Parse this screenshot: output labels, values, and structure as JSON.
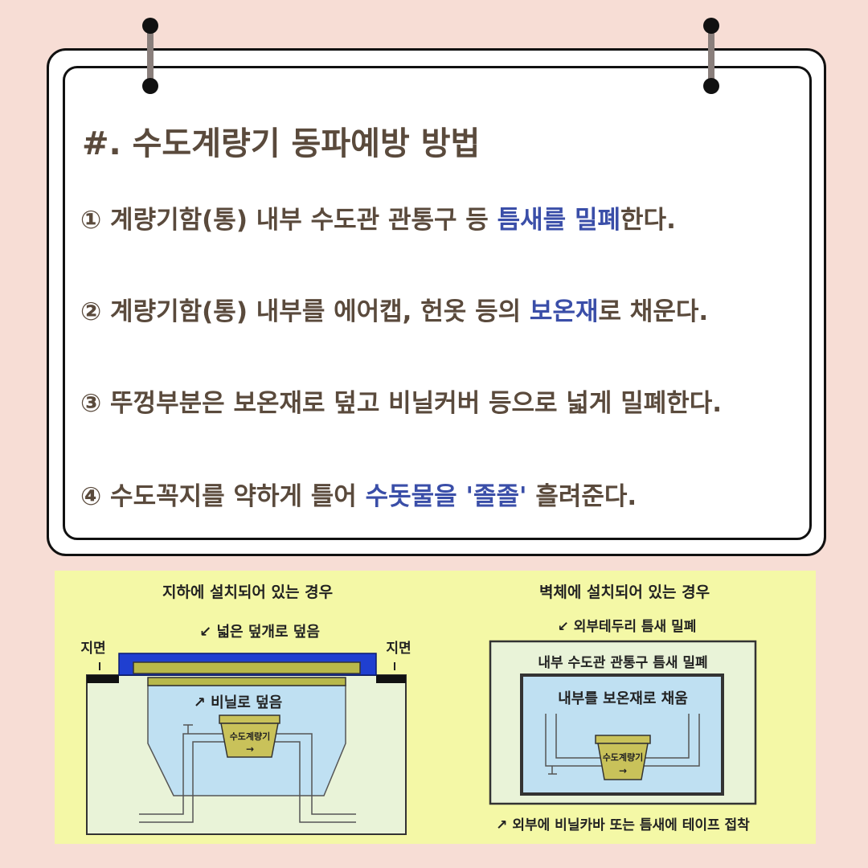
{
  "title": "#. 수도계량기 동파예방 방법",
  "items": [
    {
      "num": "①",
      "pre": "계량기함(통) 내부 수도관 관통구 등 ",
      "hl": "틈새를 밀폐",
      "post": "한다."
    },
    {
      "num": "②",
      "pre": "계량기함(통) 내부를 에어캡, 헌옷 등의 ",
      "hl": "보온재",
      "post": "로 채운다."
    },
    {
      "num": "③",
      "pre": "뚜껑부분은 보온재로 덮고 비닐커버 등으로 넓게 밀폐한다.",
      "hl": "",
      "post": ""
    },
    {
      "num": "④",
      "pre": "수도꼭지를 약하게 틀어 ",
      "hl": "수돗물을 '졸졸'",
      "post": " 흘려준다."
    }
  ],
  "diagram": {
    "underground": {
      "title": "지하에 설치되어 있는 경우",
      "lid_label": "넓은 덮개로 덮음",
      "ground_left": "지면",
      "ground_right": "지면",
      "vinyl_label": "비닐로 덮음",
      "meter": "수도계량기"
    },
    "wall": {
      "title": "벽체에 설치되어 있는 경우",
      "edge_label": "외부테두리 틈새 밀폐",
      "pipe_label": "내부 수도관 관통구 틈새 밀폐",
      "fill_label": "내부를 보온재로 채움",
      "meter": "수도계량기",
      "bottom_label": "외부에 비닐카바 또는 틈새에 테이프 접착"
    }
  },
  "colors": {
    "background": "#f7ddd5",
    "text": "#5a4a3c",
    "highlight": "#3a4ea8",
    "diagram_bg": "#f4f8a6"
  }
}
